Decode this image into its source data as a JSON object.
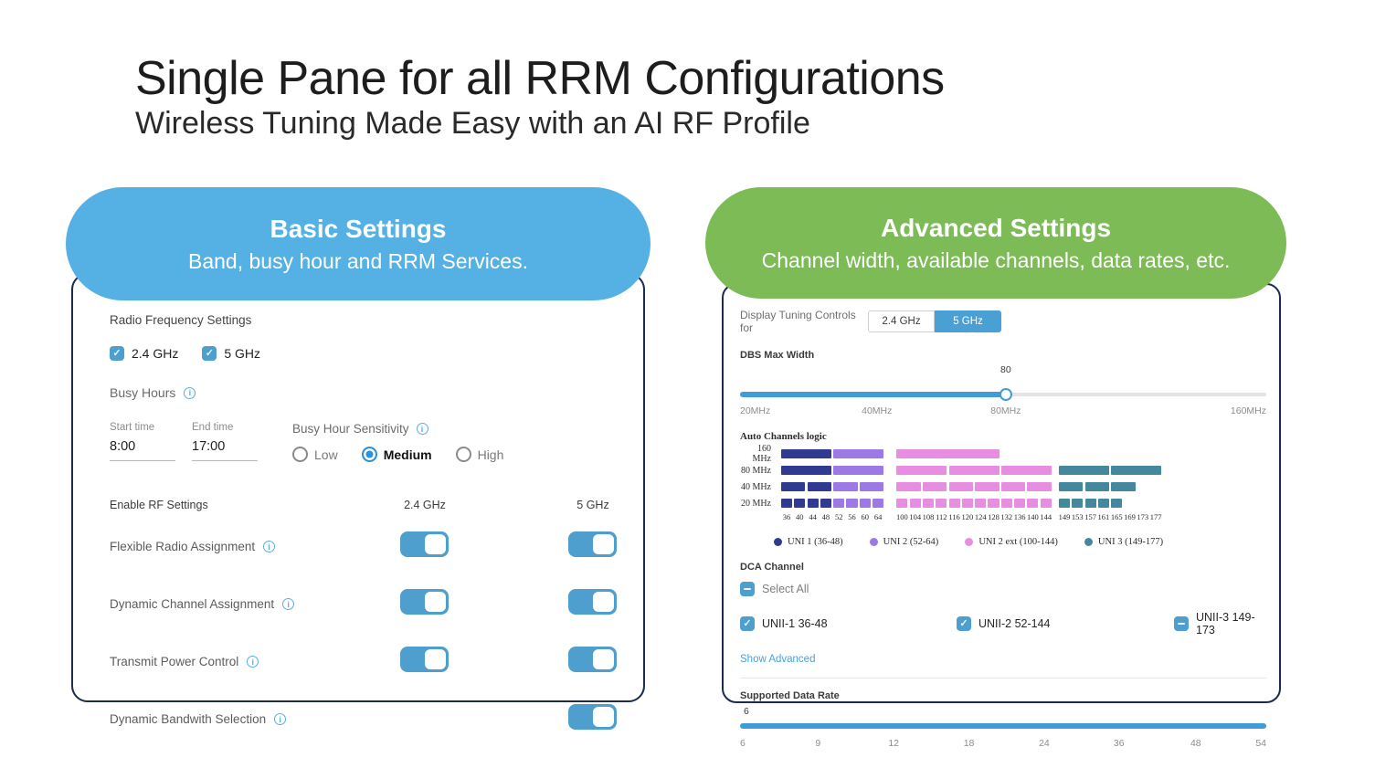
{
  "page": {
    "title": "Single Pane for all RRM Configurations",
    "subtitle": "Wireless Tuning Made Easy with an AI RF Profile"
  },
  "colors": {
    "bubble_blue": "#55b1e4",
    "bubble_green": "#7dbb57",
    "control_blue": "#4e9fce",
    "seg_blue": "#49a0d5",
    "slider_blue": "#3f9cd6",
    "link_blue": "#49a2dc",
    "uni1": "#2f3a90",
    "uni2": "#9c79e4",
    "uni2ext": "#e78de2",
    "uni3": "#44889e"
  },
  "basic": {
    "header": {
      "title": "Basic Settings",
      "subtitle": "Band, busy hour and RRM Services."
    },
    "radio_frequency": {
      "label": "Radio Frequency Settings",
      "bands": [
        {
          "label": "2.4 GHz",
          "checked": true
        },
        {
          "label": "5 GHz",
          "checked": true
        }
      ]
    },
    "busy_hours": {
      "label": "Busy Hours",
      "start_label": "Start time",
      "start_value": "8:00",
      "end_label": "End time",
      "end_value": "17:00",
      "sensitivity_label": "Busy Hour Sensitivity",
      "options": [
        {
          "label": "Low",
          "selected": false
        },
        {
          "label": "Medium",
          "selected": true
        },
        {
          "label": "High",
          "selected": false
        }
      ]
    },
    "rf_settings": {
      "label": "Enable RF Settings",
      "columns": [
        "2.4 GHz",
        "5 GHz"
      ],
      "rows": [
        {
          "label": "Flexible Radio Assignment",
          "toggles": [
            true,
            true
          ]
        },
        {
          "label": "Dynamic Channel Assignment",
          "toggles": [
            true,
            true
          ]
        },
        {
          "label": "Transmit Power Control",
          "toggles": [
            true,
            true
          ]
        },
        {
          "label": "Dynamic Bandwith Selection",
          "toggles": [
            null,
            true
          ]
        }
      ]
    }
  },
  "advanced": {
    "header": {
      "title": "Advanced Settings",
      "subtitle": "Channel width, available channels, data rates, etc."
    },
    "tuning": {
      "label": "Display Tuning Controls for",
      "tabs": [
        {
          "label": "2.4 GHz",
          "selected": false
        },
        {
          "label": "5 GHz",
          "selected": true
        }
      ]
    },
    "dbs": {
      "label": "DBS Max Width",
      "value": "80",
      "fill_pct": 50.5,
      "ticks": [
        {
          "label": "20MHz",
          "pos": 0
        },
        {
          "label": "40MHz",
          "pos": 26
        },
        {
          "label": "80MHz",
          "pos": 50.5
        },
        {
          "label": "160MHz",
          "pos": 100
        }
      ]
    },
    "dca": {
      "label": "DCA Channel",
      "select_all": {
        "label": "Select All",
        "state": "indeterminate"
      },
      "options": [
        {
          "label": "UNII-1 36-48",
          "state": "checked"
        },
        {
          "label": "UNII-2 52-144",
          "state": "checked"
        },
        {
          "label": "UNII-3 149-173",
          "state": "indeterminate"
        }
      ],
      "show_advanced": "Show Advanced"
    },
    "data_rate": {
      "label": "Supported Data Rate",
      "value": "6",
      "ticks": [
        {
          "label": "6",
          "pos": 0
        },
        {
          "label": "9",
          "pos": 14.8
        },
        {
          "label": "12",
          "pos": 29.2
        },
        {
          "label": "18",
          "pos": 43.5
        },
        {
          "label": "24",
          "pos": 57.8
        },
        {
          "label": "36",
          "pos": 72
        },
        {
          "label": "48",
          "pos": 86.6
        },
        {
          "label": "54",
          "pos": 100
        }
      ]
    }
  },
  "chart_data": {
    "type": "bar",
    "title": "Auto Channels logic",
    "orientation": "horizontal-channel-blocks",
    "rows": [
      "160 MHz",
      "80 MHz",
      "40 MHz",
      "20 MHz"
    ],
    "x_ticks": [
      36,
      40,
      44,
      48,
      52,
      56,
      60,
      64,
      100,
      104,
      108,
      112,
      116,
      120,
      124,
      128,
      132,
      136,
      140,
      144,
      149,
      153,
      157,
      161,
      165,
      169,
      173,
      177
    ],
    "legend": [
      {
        "label": "UNI 1 (36-48)",
        "band": "uni1"
      },
      {
        "label": "UNI 2 (52-64)",
        "band": "uni2"
      },
      {
        "label": "UNI 2 ext (100-144)",
        "band": "uni2ext"
      },
      {
        "label": "UNI 3 (149-177)",
        "band": "uni3"
      }
    ],
    "segments": {
      "160 MHz": [
        {
          "band": "uni1",
          "from": 36,
          "to": 48
        },
        {
          "band": "uni2",
          "from": 52,
          "to": 64
        },
        {
          "band": "uni2ext",
          "from": 100,
          "to": 128
        }
      ],
      "80 MHz": [
        {
          "band": "uni1",
          "from": 36,
          "to": 48
        },
        {
          "band": "uni2",
          "from": 52,
          "to": 64
        },
        {
          "band": "uni2ext",
          "from": 100,
          "to": 112
        },
        {
          "band": "uni2ext",
          "from": 116,
          "to": 128
        },
        {
          "band": "uni2ext",
          "from": 132,
          "to": 144
        },
        {
          "band": "uni3",
          "from": 149,
          "to": 161
        },
        {
          "band": "uni3",
          "from": 165,
          "to": 177
        }
      ],
      "40 MHz": [
        {
          "band": "uni1",
          "from": 36,
          "to": 40
        },
        {
          "band": "uni1",
          "from": 44,
          "to": 48
        },
        {
          "band": "uni2",
          "from": 52,
          "to": 56
        },
        {
          "band": "uni2",
          "from": 60,
          "to": 64
        },
        {
          "band": "uni2ext",
          "from": 100,
          "to": 104
        },
        {
          "band": "uni2ext",
          "from": 108,
          "to": 112
        },
        {
          "band": "uni2ext",
          "from": 116,
          "to": 120
        },
        {
          "band": "uni2ext",
          "from": 124,
          "to": 128
        },
        {
          "band": "uni2ext",
          "from": 132,
          "to": 136
        },
        {
          "band": "uni2ext",
          "from": 140,
          "to": 144
        },
        {
          "band": "uni3",
          "from": 149,
          "to": 153
        },
        {
          "band": "uni3",
          "from": 157,
          "to": 161
        },
        {
          "band": "uni3",
          "from": 165,
          "to": 169
        }
      ],
      "20 MHz": [
        {
          "band": "uni1",
          "from": 36,
          "to": 36
        },
        {
          "band": "uni1",
          "from": 40,
          "to": 40
        },
        {
          "band": "uni1",
          "from": 44,
          "to": 44
        },
        {
          "band": "uni1",
          "from": 48,
          "to": 48
        },
        {
          "band": "uni2",
          "from": 52,
          "to": 52
        },
        {
          "band": "uni2",
          "from": 56,
          "to": 56
        },
        {
          "band": "uni2",
          "from": 60,
          "to": 60
        },
        {
          "band": "uni2",
          "from": 64,
          "to": 64
        },
        {
          "band": "uni2ext",
          "from": 100,
          "to": 100
        },
        {
          "band": "uni2ext",
          "from": 104,
          "to": 104
        },
        {
          "band": "uni2ext",
          "from": 108,
          "to": 108
        },
        {
          "band": "uni2ext",
          "from": 112,
          "to": 112
        },
        {
          "band": "uni2ext",
          "from": 116,
          "to": 116
        },
        {
          "band": "uni2ext",
          "from": 120,
          "to": 120
        },
        {
          "band": "uni2ext",
          "from": 124,
          "to": 124
        },
        {
          "band": "uni2ext",
          "from": 128,
          "to": 128
        },
        {
          "band": "uni2ext",
          "from": 132,
          "to": 132
        },
        {
          "band": "uni2ext",
          "from": 136,
          "to": 136
        },
        {
          "band": "uni2ext",
          "from": 140,
          "to": 140
        },
        {
          "band": "uni2ext",
          "from": 144,
          "to": 144
        },
        {
          "band": "uni3",
          "from": 149,
          "to": 149
        },
        {
          "band": "uni3",
          "from": 153,
          "to": 153
        },
        {
          "band": "uni3",
          "from": 157,
          "to": 157
        },
        {
          "band": "uni3",
          "from": 161,
          "to": 161
        },
        {
          "band": "uni3",
          "from": 165,
          "to": 165
        }
      ]
    }
  }
}
